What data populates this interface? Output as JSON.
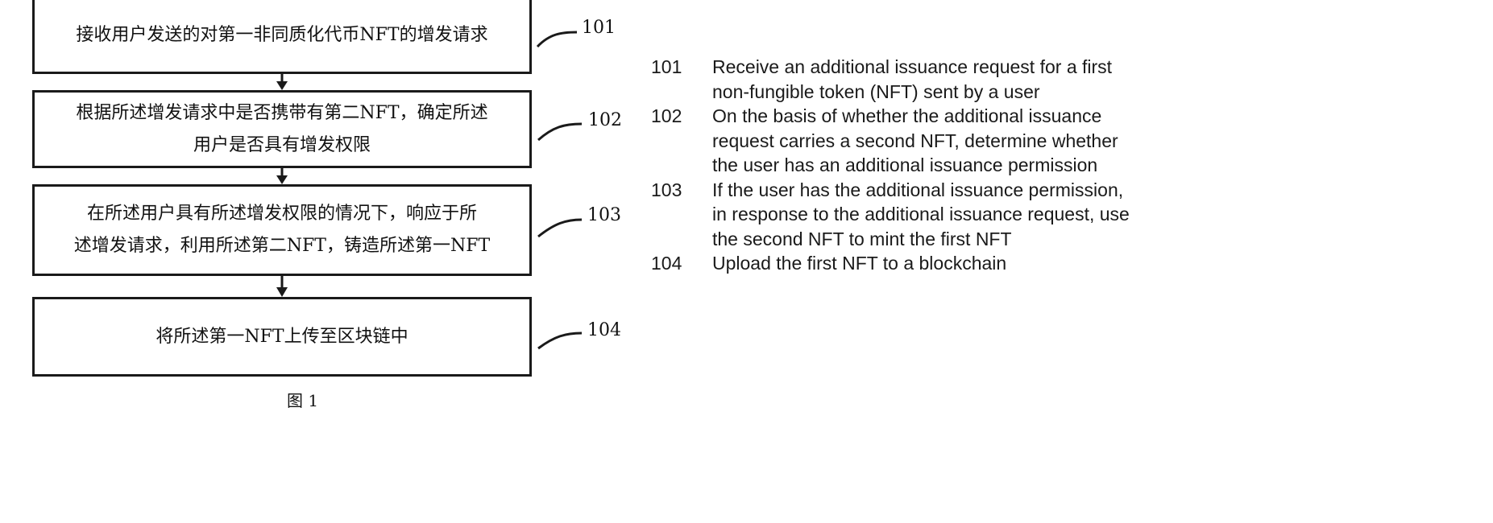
{
  "flowchart": {
    "steps": [
      {
        "id": "101",
        "text": "接收用户发送的对第一非同质化代币NFT的增发请求"
      },
      {
        "id": "102",
        "text": "根据所述增发请求中是否携带有第二NFT，确定所述\n用户是否具有增发权限"
      },
      {
        "id": "103",
        "text": "在所述用户具有所述增发权限的情况下，响应于所\n述增发请求，利用所述第二NFT，铸造所述第一NFT"
      },
      {
        "id": "104",
        "text": "将所述第一NFT上传至区块链中"
      }
    ],
    "caption": "图 1"
  },
  "legend": [
    {
      "num": "101",
      "text": "Receive an additional issuance request for a first\nnon-fungible token (NFT) sent by a user"
    },
    {
      "num": "102",
      "text": "On the basis of whether the additional issuance\nrequest carries a second NFT, determine whether\nthe user has an additional issuance permission"
    },
    {
      "num": "103",
      "text": "If the user has the additional issuance permission,\nin response to the additional issuance request, use\nthe second NFT to mint the first NFT"
    },
    {
      "num": "104",
      "text": "Upload the first NFT to a blockchain"
    }
  ],
  "colors": {
    "line": "#1a1a1a",
    "text": "#111111",
    "background": "#ffffff"
  }
}
